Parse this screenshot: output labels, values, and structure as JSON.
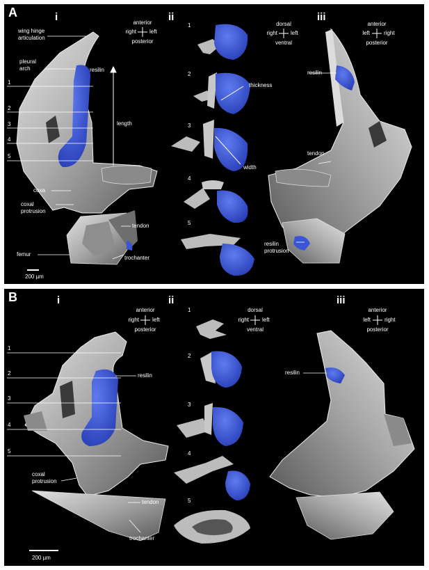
{
  "panels": [
    {
      "letter": "A",
      "views": [
        "i",
        "ii",
        "iii"
      ],
      "compass": {
        "i": {
          "top": "anterior",
          "bottom": "posterior",
          "left": "right",
          "right": "left"
        },
        "ii": {
          "top": "dorsal",
          "bottom": "ventral",
          "left": "right",
          "right": "left"
        },
        "iii": {
          "top": "anterior",
          "bottom": "posterior",
          "left": "left",
          "right": "right"
        }
      },
      "labels": {
        "wing_hinge": "wing hinge articulation",
        "pleural_arch": "pleural arch",
        "resilin": "resilin",
        "length": "length",
        "coxa": "coxa",
        "coxal_protrusion": "coxal protrusion",
        "tendon": "tendon",
        "femur": "femur",
        "trochanter": "trochanter",
        "thickness": "thickness",
        "width": "width",
        "resilin_protrusion": "resilin protrusion",
        "scale": "200 µm"
      },
      "sections": [
        "1",
        "2",
        "3",
        "4",
        "5"
      ]
    },
    {
      "letter": "B",
      "views": [
        "i",
        "ii",
        "iii"
      ],
      "compass": {
        "i": {
          "top": "anterior",
          "bottom": "posterior",
          "left": "right",
          "right": "left"
        },
        "ii": {
          "top": "dorsal",
          "bottom": "ventral",
          "left": "right",
          "right": "left"
        },
        "iii": {
          "top": "anterior",
          "bottom": "posterior",
          "left": "left",
          "right": "right"
        }
      },
      "labels": {
        "resilin": "resilin",
        "coxal_protrusion": "coxal protrusion",
        "tendon": "tendon",
        "trochanter": "trochanter",
        "scale": "200 µm"
      },
      "sections": [
        "1",
        "2",
        "3",
        "4",
        "5"
      ]
    }
  ],
  "colors": {
    "resilin": "#3a56d4",
    "cuticle": "#b8b8b8",
    "background": "#000000",
    "separator": "#ffffff"
  }
}
